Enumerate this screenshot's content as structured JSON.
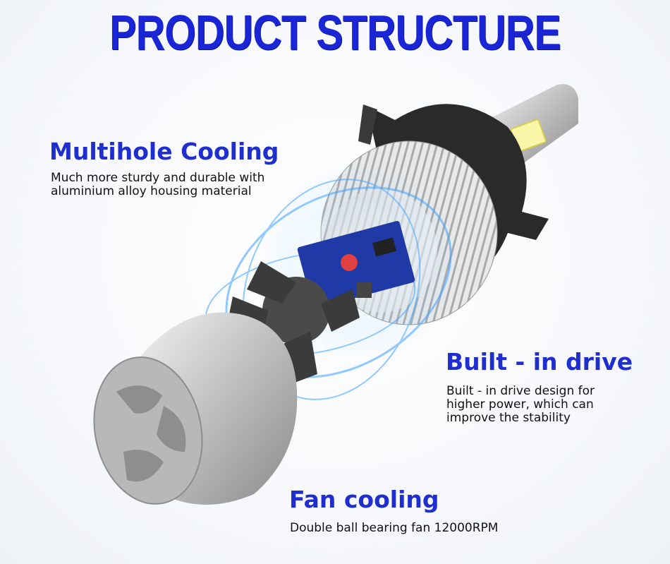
{
  "title": "PRODUCT STRUCTURE",
  "features": {
    "multihole": {
      "heading": "Multihole Cooling",
      "lines": [
        "Much more sturdy and durable with",
        "aluminium alloy housing material"
      ]
    },
    "drive": {
      "heading": "Built - in drive",
      "lines": [
        "Built - in drive design for",
        "higher power, which can",
        "improve the stability"
      ]
    },
    "fan": {
      "heading": "Fan cooling",
      "lines": [
        "Double ball bearing fan 12000RPM"
      ]
    }
  },
  "colors": {
    "title": "#1a26d6",
    "heading": "#1f2ecf",
    "text": "#111111"
  },
  "icons": {
    "product": "led-headlight-bulb-exploded-illustration"
  }
}
